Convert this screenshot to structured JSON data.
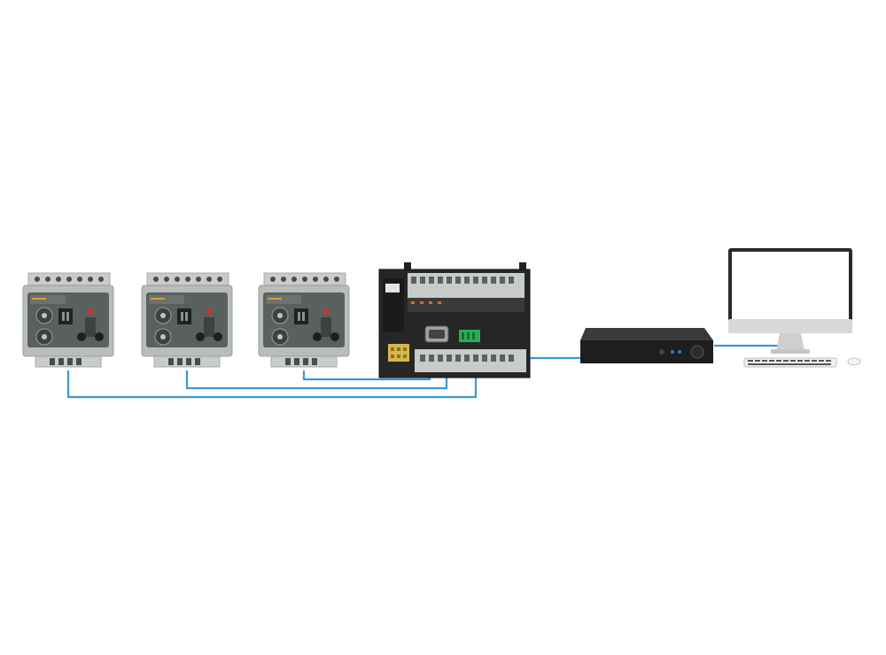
{
  "diagram": {
    "background": "#ffffff",
    "wire_color": "#3a9ad0",
    "relay_devices": [
      {
        "icon": "din-rail-relay-module-icon",
        "name": "relay-module-1"
      },
      {
        "icon": "din-rail-relay-module-icon",
        "name": "relay-module-2"
      },
      {
        "icon": "din-rail-relay-module-icon",
        "name": "relay-module-3"
      }
    ],
    "plc": {
      "icon": "plc-controller-icon"
    },
    "recorder": {
      "icon": "network-video-recorder-icon"
    },
    "workstation": {
      "icon": "desktop-computer-icon"
    },
    "colors": {
      "relay_body": "#b9bdb9",
      "relay_face": "#59605e",
      "plc_body": "#262626",
      "plc_terminal": "#c8ccc8",
      "recorder_body": "#1e1e20",
      "monitor_frame": "#d8d8d8",
      "monitor_bezel": "#2a2a2a"
    }
  }
}
